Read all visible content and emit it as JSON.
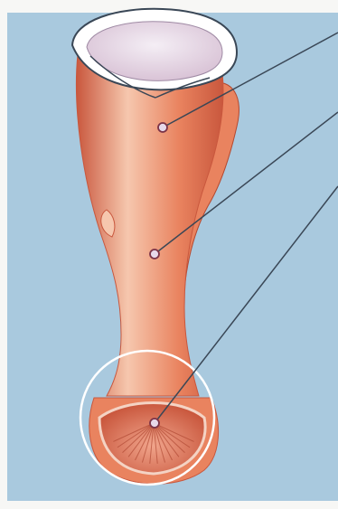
{
  "diagram": {
    "background_color": "#a9c9de",
    "paper_color": "#f7f7f5",
    "tendon_color": "#e9835f",
    "tendon_highlight": "#f6c7ae",
    "tendon_shadow": "#c9573d",
    "cartilage_color": "#d9c3d6",
    "inset_rim_color": "#ffffff",
    "leader_line_color": "#3a4756",
    "marker_fill": "#e7d8ea",
    "marker_stroke": "#7b3348",
    "callouts": [
      {
        "id": "upper-part",
        "label": ""
      },
      {
        "id": "middle-part",
        "label": ""
      },
      {
        "id": "lower-end",
        "label": ""
      }
    ]
  }
}
